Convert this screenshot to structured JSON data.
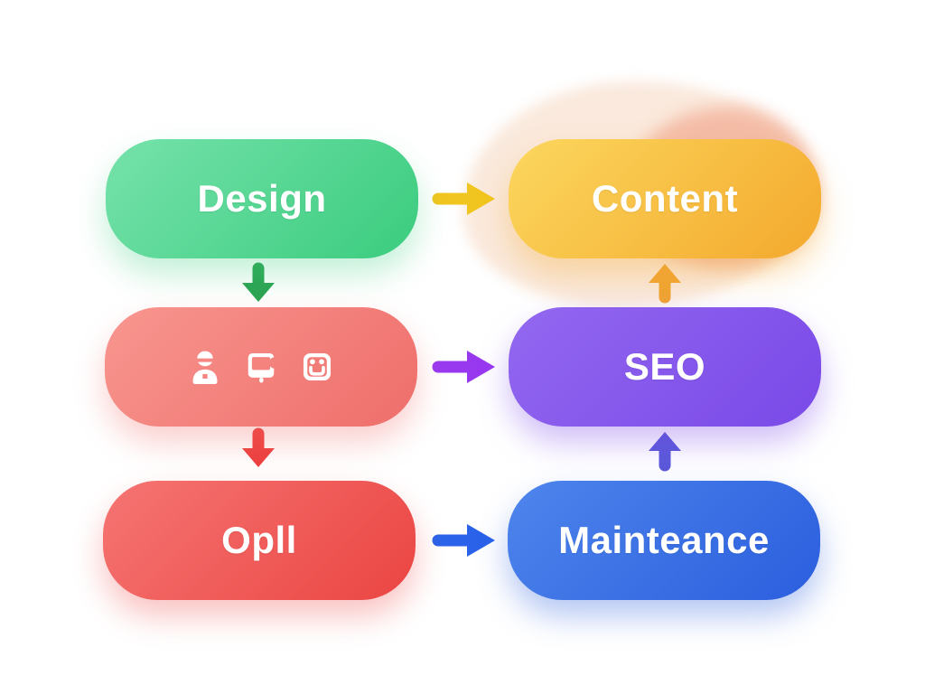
{
  "diagram": {
    "background_color": "#ffffff",
    "decor": {
      "blob_light_color": "#f7dcc8",
      "blob_salmon_color": "#f2a88f"
    },
    "nodes": [
      {
        "id": "design",
        "label": "Design",
        "row": 1,
        "col": 1,
        "color_from": "#76e2ab",
        "color_to": "#3acc7e",
        "shadow": "rgba(58,204,126,0.30)"
      },
      {
        "id": "content",
        "label": "Content",
        "row": 1,
        "col": 2,
        "color_from": "#fcd75e",
        "color_to": "#f3a92d",
        "shadow": "rgba(243,169,45,0.35)"
      },
      {
        "id": "assets",
        "label": "",
        "row": 2,
        "col": 1,
        "icons": [
          "user-icon",
          "monitor-icon",
          "smiley-icon"
        ],
        "color_from": "#f8968f",
        "color_to": "#ef6e6b",
        "shadow": "rgba(239,110,107,0.32)"
      },
      {
        "id": "seo",
        "label": "SEO",
        "row": 2,
        "col": 2,
        "color_from": "#9368f0",
        "color_to": "#7a49e8",
        "shadow": "rgba(122,73,232,0.35)"
      },
      {
        "id": "opll",
        "label": "Opll",
        "row": 3,
        "col": 1,
        "color_from": "#f57573",
        "color_to": "#eb4542",
        "shadow": "rgba(235,69,66,0.32)"
      },
      {
        "id": "maintenance",
        "label": "Mainteance",
        "row": 3,
        "col": 2,
        "color_from": "#4e85ec",
        "color_to": "#2b5ede",
        "shadow": "rgba(43,94,222,0.35)"
      }
    ],
    "arrows": [
      {
        "id": "design_to_content",
        "from": "design",
        "to": "content",
        "direction": "right",
        "color": "#f1c51f"
      },
      {
        "id": "design_to_assets",
        "from": "design",
        "to": "assets",
        "direction": "down",
        "color": "#2ca452"
      },
      {
        "id": "assets_to_seo",
        "from": "assets",
        "to": "seo",
        "direction": "right",
        "color": "#9839f0"
      },
      {
        "id": "assets_to_opll",
        "from": "assets",
        "to": "opll",
        "direction": "down",
        "color": "#ed4140"
      },
      {
        "id": "opll_to_maintenance",
        "from": "opll",
        "to": "maintenance",
        "direction": "right",
        "color": "#2a63e9"
      },
      {
        "id": "maintenance_to_seo",
        "from": "maintenance",
        "to": "seo",
        "direction": "up",
        "color": "#5b59d9"
      },
      {
        "id": "seo_to_content",
        "from": "seo",
        "to": "content",
        "direction": "up",
        "color": "#f0a433"
      }
    ]
  }
}
